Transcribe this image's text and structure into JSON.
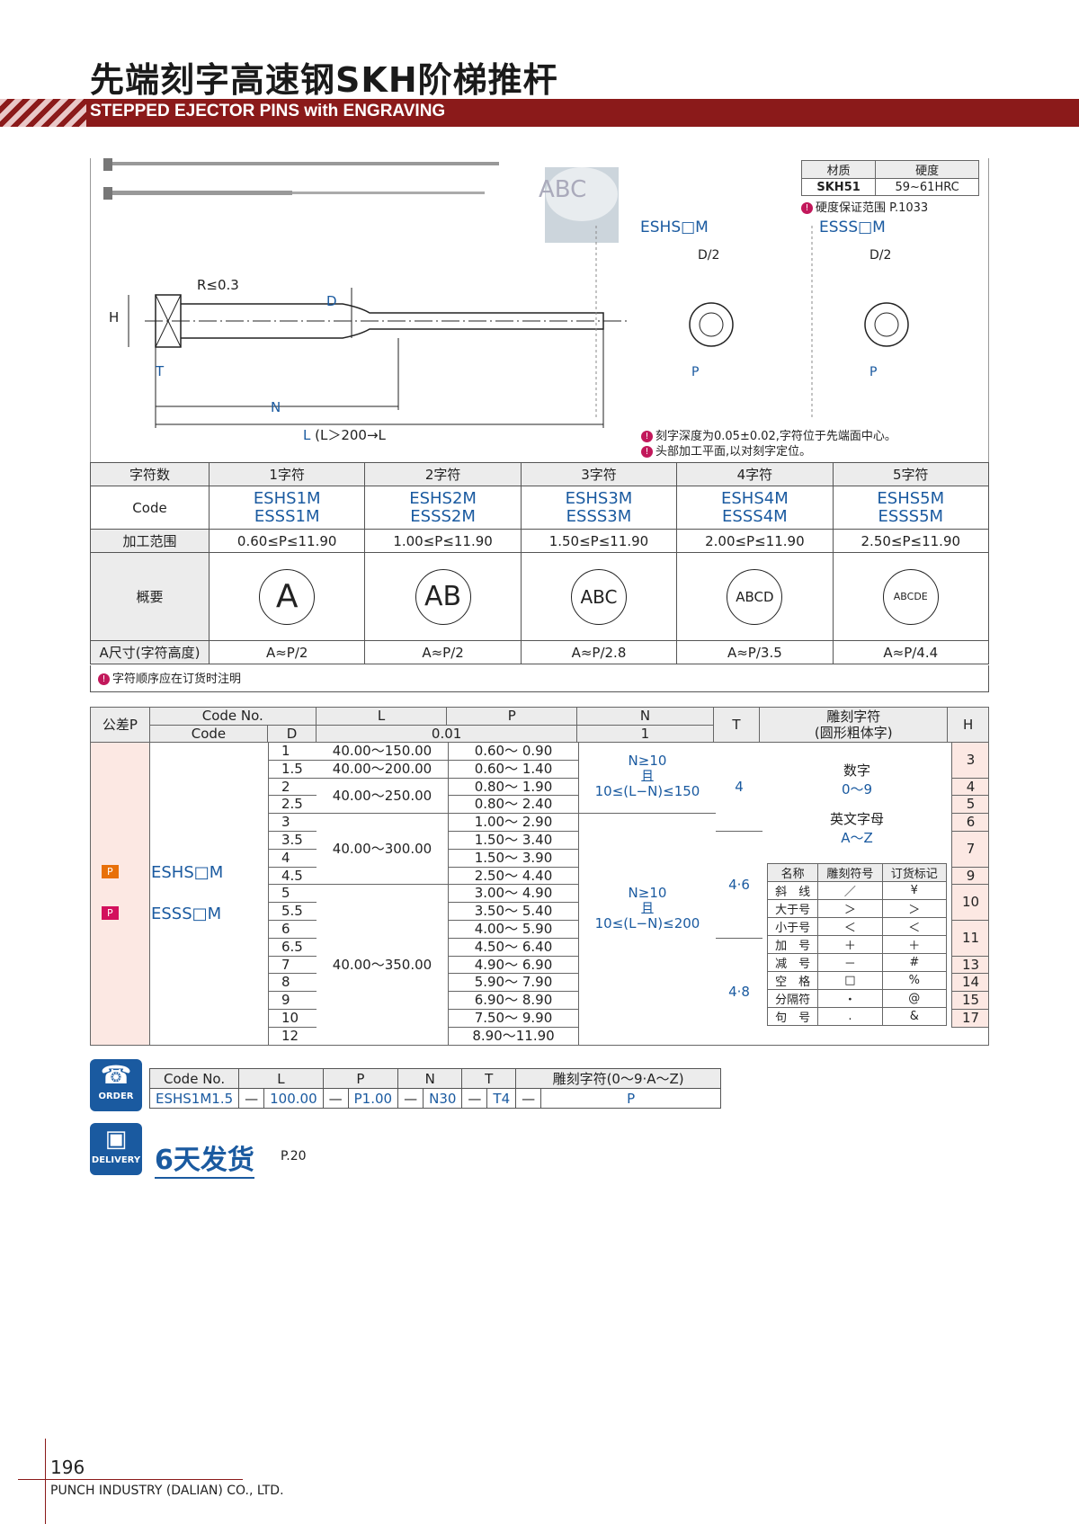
{
  "header": {
    "title_cn": "先端刻字高速钢SKH阶梯推杆",
    "title_en": "STEPPED EJECTOR PINS with ENGRAVING"
  },
  "material": {
    "h1": "材质",
    "h2": "硬度",
    "v1": "SKH51",
    "v2": "59~61HRC",
    "note": "硬度保证范围",
    "ref": "P.1033"
  },
  "diagram": {
    "eshs": "ESHS□M",
    "esss": "ESSS□M",
    "d2": "D/2",
    "r": "R≤0.3",
    "h": "H",
    "d": "D",
    "t": "T",
    "n": "N",
    "p": "P",
    "l_label": "L",
    "l_cond": "(L＞200→L",
    "engrave": "ABC",
    "note1": "刻字深度为0.05±0.02,字符位于先端面中心。",
    "note2": "头部加工平面,以对刻字定位。"
  },
  "t1": {
    "h_chars": "字符数",
    "h_code": "Code",
    "h_range": "加工范围",
    "h_outline": "概要",
    "h_a": "A尺寸(字符高度)",
    "cols": [
      {
        "n": "1字符",
        "c1": "ESHS1M",
        "c2": "ESSS1M",
        "range": "0.60≤P≤11.90",
        "chars": "A",
        "a": "A≈P/2"
      },
      {
        "n": "2字符",
        "c1": "ESHS2M",
        "c2": "ESSS2M",
        "range": "1.00≤P≤11.90",
        "chars": "AB",
        "a": "A≈P/2"
      },
      {
        "n": "3字符",
        "c1": "ESHS3M",
        "c2": "ESSS3M",
        "range": "1.50≤P≤11.90",
        "chars": "ABC",
        "a": "A≈P/2.8"
      },
      {
        "n": "4字符",
        "c1": "ESHS4M",
        "c2": "ESSS4M",
        "range": "2.00≤P≤11.90",
        "chars": "ABCD",
        "a": "A≈P/3.5"
      },
      {
        "n": "5字符",
        "c1": "ESHS5M",
        "c2": "ESSS5M",
        "range": "2.50≤P≤11.90",
        "chars": "ABCDE",
        "a": "A≈P/4.4"
      }
    ],
    "note": "字符顺序应在订货时注明"
  },
  "t2": {
    "h_tol": "公差P",
    "h_codeno": "Code No.",
    "h_code": "Code",
    "h_d": "D",
    "h_l": "L",
    "h_p": "P",
    "h_n": "N",
    "h_t": "T",
    "h_eng": "雕刻字符",
    "h_eng2": "(圆形粗体字)",
    "h_h": "H",
    "l_unit": "0.01",
    "n_unit": "1",
    "code1": "ESHS□M",
    "code2": "ESSS□M",
    "tol1": "P",
    "tol2": "P",
    "d": [
      "1",
      "1.5",
      "2",
      "2.5",
      "3",
      "3.5",
      "4",
      "4.5",
      "5",
      "5.5",
      "6",
      "6.5",
      "7",
      "8",
      "9",
      "10",
      "12"
    ],
    "p": [
      "0.60～ 0.90",
      "0.60～ 1.40",
      "0.80～ 1.90",
      "0.80～ 2.40",
      "1.00～ 2.90",
      "1.50～ 3.40",
      "1.50～ 3.90",
      "2.50～ 4.40",
      "3.00～ 4.90",
      "3.50～ 5.40",
      "4.00～ 5.90",
      "4.50～ 6.40",
      "4.90～ 6.90",
      "5.90～ 7.90",
      "6.90～ 8.90",
      "7.50～ 9.90",
      "8.90～11.90"
    ],
    "l": [
      "40.00～150.00",
      "40.00～200.00",
      "40.00～250.00",
      "40.00～300.00",
      "40.00～350.00"
    ],
    "n1a": "N≥10",
    "n1b": "且",
    "n1c": "10≤(L−N)≤150",
    "n2a": "N≥10",
    "n2b": "且",
    "n2c": "10≤(L−N)≤200",
    "t": [
      "4",
      "4·6",
      "4·8"
    ],
    "h": [
      "3",
      "4",
      "5",
      "6",
      "7",
      "9",
      "10",
      "11",
      "13",
      "14",
      "15",
      "17"
    ],
    "eng_num": "数字",
    "eng_num_r": "0～9",
    "eng_alpha": "英文字母",
    "eng_alpha_r": "A～Z",
    "sym_h": [
      "名称",
      "雕刻符号",
      "订货标记"
    ],
    "sym": [
      [
        "斜　线",
        "／",
        "¥"
      ],
      [
        "大于号",
        "＞",
        "＞"
      ],
      [
        "小于号",
        "＜",
        "＜"
      ],
      [
        "加　号",
        "＋",
        "＋"
      ],
      [
        "减　号",
        "－",
        "#"
      ],
      [
        "空　格",
        "□",
        "%"
      ],
      [
        "分隔符",
        "・",
        "@"
      ],
      [
        "句　号",
        ".",
        "&"
      ]
    ]
  },
  "order": {
    "h": [
      "Code No.",
      "L",
      "P",
      "N",
      "T",
      "雕刻字符(0～9·A～Z)"
    ],
    "v": [
      "ESHS1M1.5",
      "—",
      "100.00",
      "—",
      "P1.00",
      "—",
      "N30",
      "—",
      "T4",
      "—",
      "P"
    ],
    "badge": "ORDER"
  },
  "delivery": {
    "text": "6天发货",
    "ref": "P.20",
    "badge": "DELIVERY"
  },
  "footer": {
    "page": "196",
    "company": "PUNCH INDUSTRY (DALIAN) CO., LTD."
  }
}
